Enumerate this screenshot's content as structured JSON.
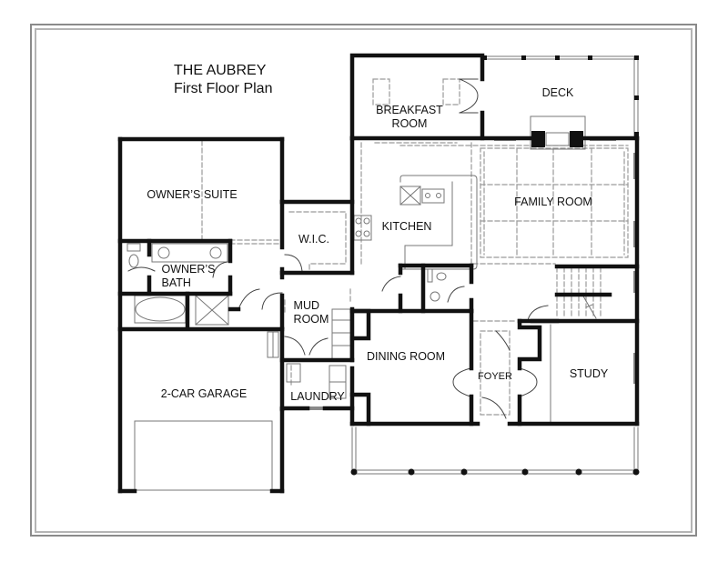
{
  "title": {
    "line1": "THE AUBREY",
    "line2": "First Floor Plan"
  },
  "rooms": {
    "breakfast": "BREAKFAST\nROOM",
    "deck": "DECK",
    "owners_suite": "OWNER’S SUITE",
    "wic": "W.I.C.",
    "kitchen": "KITCHEN",
    "family_room": "FAMILY ROOM",
    "owners_bath": "OWNER’S\nBATH",
    "mud_room": "MUD\nROOM",
    "dining_room": "DINING ROOM",
    "foyer": "FOYER",
    "study": "STUDY",
    "garage": "2-CAR GARAGE",
    "laundry": "LAUNDRY"
  },
  "colors": {
    "wall": "#111111",
    "window": "#8a8a8a",
    "dashed": "#9a9a9a",
    "frame_outer": "#8a8a8a",
    "frame_inner": "#b4b4b4"
  }
}
